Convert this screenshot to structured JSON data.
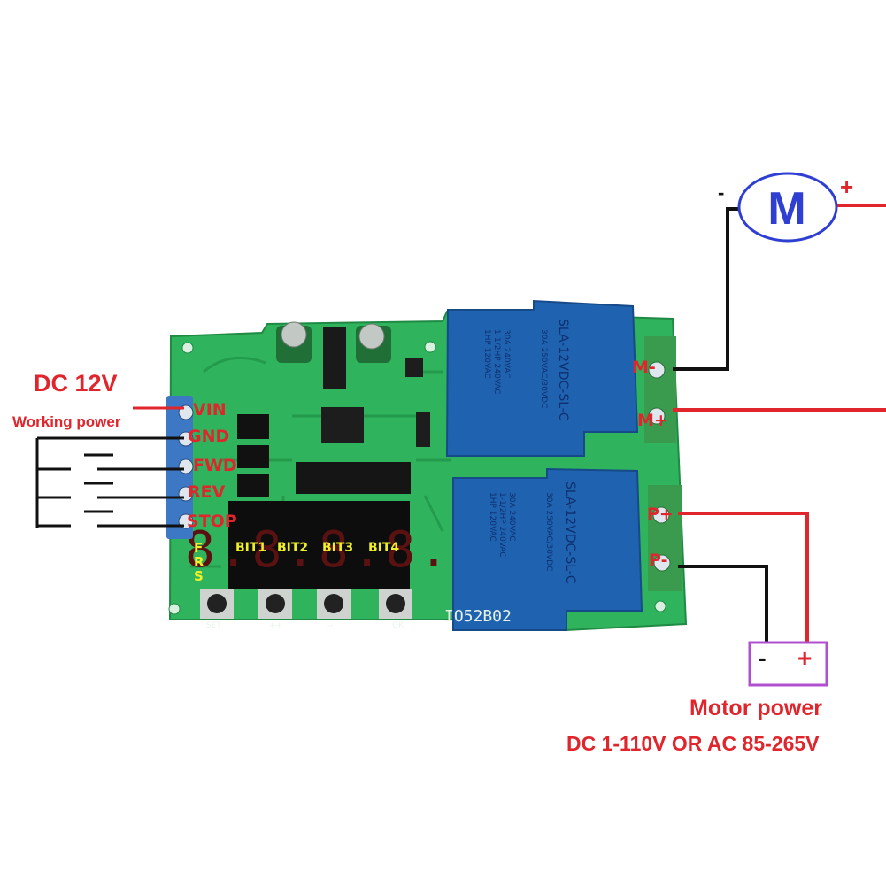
{
  "power_label": {
    "voltage": "DC 12V",
    "caption": "Working power"
  },
  "input_pins": [
    "VIN",
    "GND",
    "FWD",
    "REV",
    "STOP"
  ],
  "output_pins": {
    "motor_minus": "M-",
    "motor_plus": "M+",
    "power_plus": "P+",
    "power_minus": "P-"
  },
  "motor": {
    "letter": "M",
    "minus": "-",
    "plus": "+"
  },
  "supply": {
    "minus": "-",
    "plus": "+",
    "title": "Motor power",
    "spec": "DC 1-110V OR AC 85-265V"
  },
  "display": {
    "bits": [
      "BIT1",
      "BIT2",
      "BIT3",
      "BIT4"
    ],
    "digits": "8.8.8.8.",
    "side_labels": [
      "F",
      "R",
      "S"
    ]
  },
  "buttons": [
    "SET",
    "++",
    "--",
    "OK"
  ],
  "board": {
    "model": "IO52B02"
  },
  "relays": [
    {
      "model": "SLA-12VDC-SL-C",
      "rating_a": "30A 250VAC/30VDC",
      "rating_b": "1HP 120VAC\n1-1/2HP 240VAC\n30A 240VAC"
    },
    {
      "model": "SLA-12VDC-SL-C",
      "rating_a": "30A 250VAC/30VDC",
      "rating_b": "1HP 120VAC\n1-1/2HP 240VAC\n30A 240VAC"
    }
  ],
  "colors": {
    "pcb": "#2fb35c",
    "pcb_dark": "#1f8a44",
    "relay": "#1f63b0",
    "terminal_left": "#3d78c4",
    "terminal_right": "#3a9a4e",
    "wire_red": "#e0262c",
    "wire_black": "#111111",
    "motor_outline": "#2e3fd1",
    "supply_outline": "#b04fcf",
    "display_segment": "#e94a4a",
    "label_red": "#e0262c",
    "label_yellow": "#f0f028"
  }
}
